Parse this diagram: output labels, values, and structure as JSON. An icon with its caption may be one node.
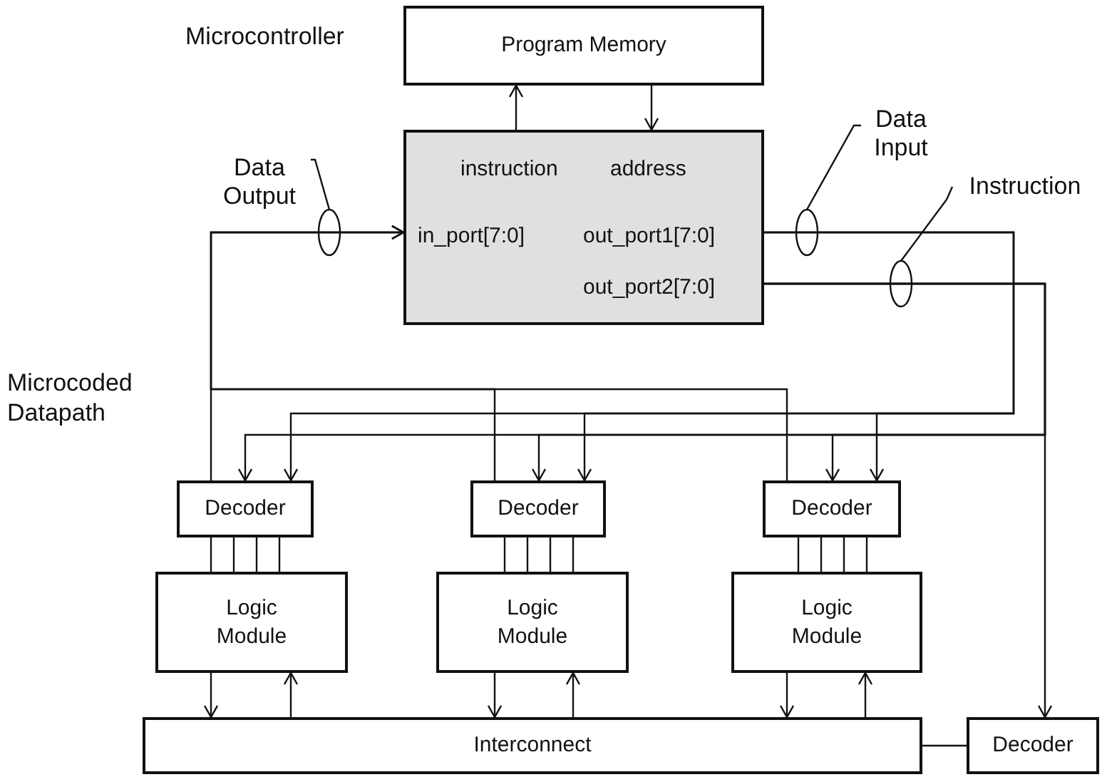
{
  "diagram": {
    "nodes": [
      {
        "text": [
          "Program Memory"
        ]
      },
      {
        "text": [
          "instruction",
          "address",
          "in_port[7:0]",
          "out_port1[7:0]",
          "out_port2[7:0]"
        ]
      },
      {
        "text": [
          "Data Output"
        ]
      },
      {
        "text": [
          "Data Input"
        ]
      },
      {
        "text": [
          "Instruction"
        ]
      },
      {
        "text": [
          "Decoder"
        ]
      },
      {
        "text": [
          "Decoder"
        ]
      },
      {
        "text": [
          "Decoder"
        ]
      },
      {
        "text": [
          "Logic Module"
        ]
      },
      {
        "text": [
          "Logic Module"
        ]
      },
      {
        "text": [
          "Logic Module"
        ]
      },
      {
        "text": [
          "Interconnect"
        ]
      },
      {
        "text": [
          "Decoder"
        ]
      }
    ],
    "edges": [
      {
        "from": 1,
        "to": 0,
        "arrow": "to"
      },
      {
        "from": 0,
        "to": 1,
        "arrow": "to"
      },
      {
        "from": 5,
        "to": 1,
        "arrow": "to"
      },
      {
        "from": 6,
        "to": 1,
        "arrow": "to"
      },
      {
        "from": 7,
        "to": 1,
        "arrow": "to"
      },
      {
        "from": 1,
        "to": 5,
        "arrow": "to"
      },
      {
        "from": 1,
        "to": 6,
        "arrow": "to"
      },
      {
        "from": 1,
        "to": 7,
        "arrow": "to"
      },
      {
        "from": 1,
        "to": 5,
        "arrow": "to"
      },
      {
        "from": 1,
        "to": 6,
        "arrow": "to"
      },
      {
        "from": 1,
        "to": 7,
        "arrow": "to"
      },
      {
        "from": 1,
        "to": 12,
        "arrow": "to"
      },
      {
        "from": 5,
        "to": 8,
        "arrow": "none"
      },
      {
        "from": 5,
        "to": 8,
        "arrow": "none"
      },
      {
        "from": 5,
        "to": 8,
        "arrow": "none"
      },
      {
        "from": 5,
        "to": 8,
        "arrow": "none"
      },
      {
        "from": 6,
        "to": 9,
        "arrow": "none"
      },
      {
        "from": 6,
        "to": 9,
        "arrow": "none"
      },
      {
        "from": 6,
        "to": 9,
        "arrow": "none"
      },
      {
        "from": 6,
        "to": 9,
        "arrow": "none"
      },
      {
        "from": 7,
        "to": 10,
        "arrow": "none"
      },
      {
        "from": 7,
        "to": 10,
        "arrow": "none"
      },
      {
        "from": 7,
        "to": 10,
        "arrow": "none"
      },
      {
        "from": 7,
        "to": 10,
        "arrow": "none"
      },
      {
        "from": 8,
        "to": 11,
        "arrow": "to"
      },
      {
        "from": 11,
        "to": 8,
        "arrow": "to"
      },
      {
        "from": 9,
        "to": 11,
        "arrow": "to"
      },
      {
        "from": 11,
        "to": 9,
        "arrow": "to"
      },
      {
        "from": 10,
        "to": 11,
        "arrow": "to"
      },
      {
        "from": 11,
        "to": 10,
        "arrow": "to"
      },
      {
        "from": 11,
        "to": 12,
        "arrow": "none"
      },
      {
        "from": 2,
        "to": null,
        "arrow": "none"
      },
      {
        "from": 3,
        "to": null,
        "arrow": "none"
      },
      {
        "from": 4,
        "to": null,
        "arrow": "none"
      }
    ],
    "labels": [
      "Microcontroller",
      "Microcoded Datapath"
    ]
  }
}
